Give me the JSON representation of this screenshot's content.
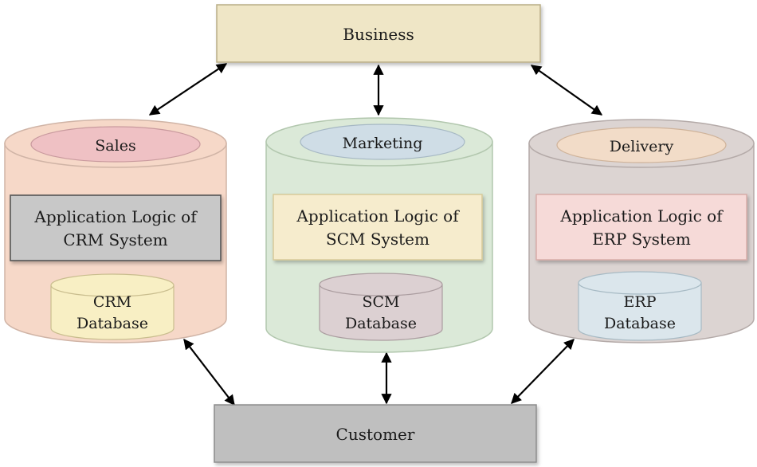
{
  "business": {
    "label": "Business",
    "fill": "#efe6c6"
  },
  "customer": {
    "label": "Customer",
    "fill": "#bfbfbf"
  },
  "systems": [
    {
      "department": "Sales",
      "app_line1": "Application Logic of",
      "app_line2": "CRM System",
      "db_line1": "CRM",
      "db_line2": "Database",
      "cylinder_fill": "#f6d8c8",
      "ellipse_fill": "#efc1c4",
      "app_fill": "#c8c8c8",
      "db_fill": "#f8efc4"
    },
    {
      "department": "Marketing",
      "app_line1": "Application Logic of",
      "app_line2": "SCM System",
      "db_line1": "SCM",
      "db_line2": "Database",
      "cylinder_fill": "#dbe9d8",
      "ellipse_fill": "#cfdde6",
      "app_fill": "#f6eccd",
      "db_fill": "#dcd0d2"
    },
    {
      "department": "Delivery",
      "app_line1": "Application Logic of",
      "app_line2": "ERP System",
      "db_line1": "ERP",
      "db_line2": "Database",
      "cylinder_fill": "#dcd4d2",
      "ellipse_fill": "#f2dcc8",
      "app_fill": "#f6dad8",
      "db_fill": "#dbe6ec"
    }
  ]
}
